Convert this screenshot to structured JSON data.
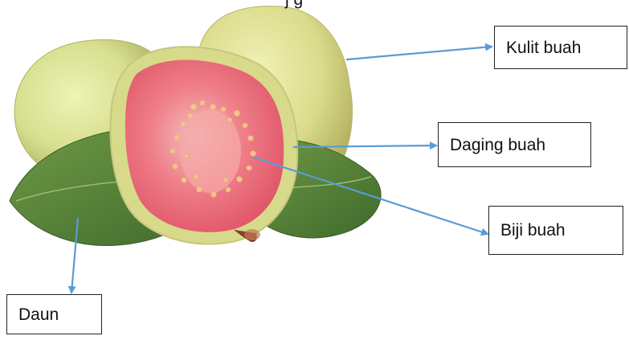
{
  "labels": {
    "kulit": "Kulit buah",
    "daging": "Daging buah",
    "biji": "Biji buah",
    "daun": "Daun"
  },
  "colors": {
    "arrow": "#5b9bd5",
    "leaf": "#5e8a3a",
    "guava_skin": "#c9d77a",
    "flesh": "#ef6f79",
    "flesh_core": "#f7a7a7",
    "seeds": "#f2c48b"
  },
  "image": {
    "subject": "guava-fruit-with-leaves-illustration"
  }
}
